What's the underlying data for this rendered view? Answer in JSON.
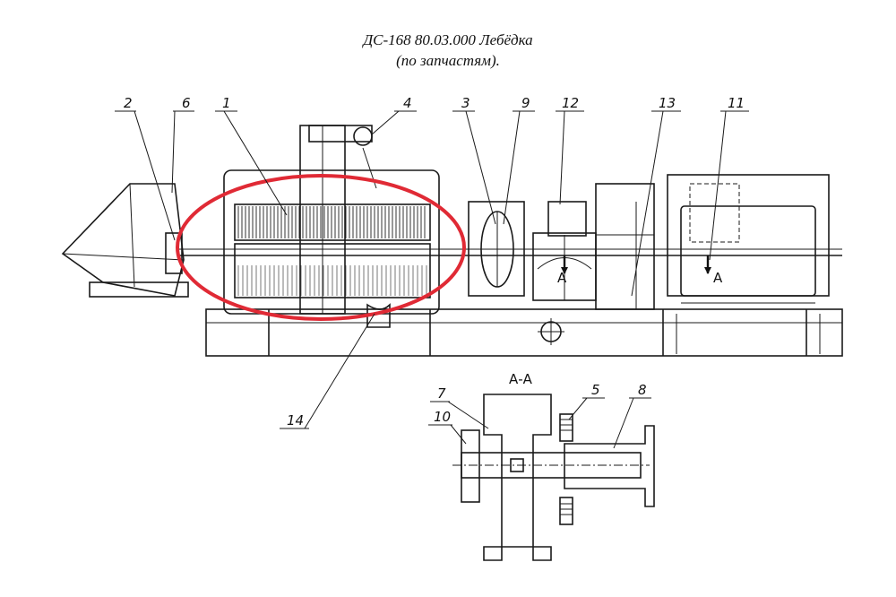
{
  "title": {
    "line1": "ДС-168 80.03.000 Лебёдка",
    "line2": "(по запчастям)."
  },
  "callouts": [
    "1",
    "2",
    "3",
    "4",
    "5",
    "6",
    "7",
    "8",
    "9",
    "10",
    "11",
    "12",
    "13",
    "14"
  ],
  "section_marks": {
    "left": "A",
    "right": "A"
  },
  "section_title": "А-А",
  "highlight_color": "#e02a35"
}
